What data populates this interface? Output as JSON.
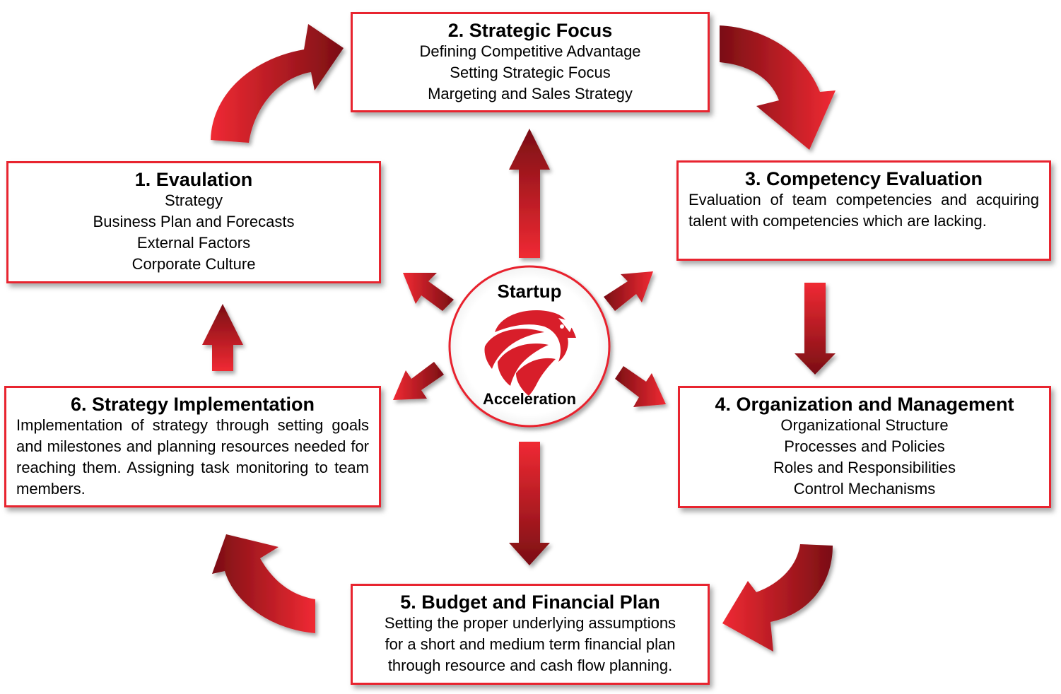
{
  "center": {
    "top_label": "Startup",
    "bottom_label": "Acceleration",
    "logo": "eagle-head-icon"
  },
  "colors": {
    "accent": "#e8242f",
    "arrow_light": "#f02a33",
    "arrow_dark": "#7a0e14"
  },
  "boxes": [
    {
      "title": "1. Evaulation",
      "lines": [
        "Strategy",
        "Business Plan and Forecasts",
        "External Factors",
        "Corporate Culture"
      ]
    },
    {
      "title": "2. Strategic Focus",
      "lines": [
        "Defining Competitive Advantage",
        "Setting Strategic Focus",
        "Margeting and Sales Strategy"
      ]
    },
    {
      "title": "3. Competency Evaluation",
      "text": "Evaluation of team competencies and acquiring talent with competencies which are lacking."
    },
    {
      "title": "4. Organization and Management",
      "lines": [
        "Organizational Structure",
        "Processes and Policies",
        "Roles and Responsibilities",
        "Control Mechanisms"
      ]
    },
    {
      "title": "5. Budget and Financial Plan",
      "lines": [
        "Setting the proper underlying assumptions",
        "for a short and medium term financial plan",
        "through resource and cash flow planning."
      ]
    },
    {
      "title": "6. Strategy Implementation",
      "text": "Implementation of strategy through setting goals and milestones and planning resources needed for reaching them. Assigning task monitoring to team members."
    }
  ]
}
